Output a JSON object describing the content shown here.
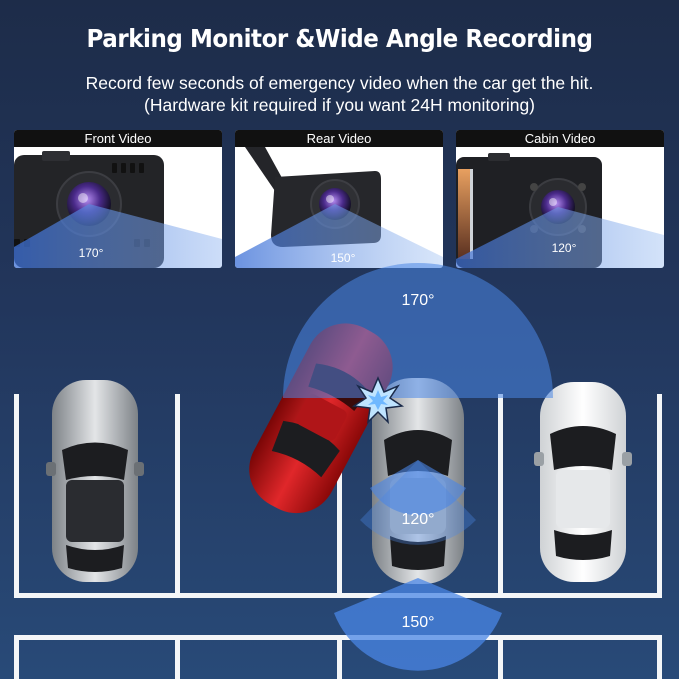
{
  "title": "Parking Monitor &Wide Angle Recording",
  "subtitle_line1": "Record few seconds of emergency video when the car get the hit.",
  "subtitle_line2": "(Hardware kit required if you want 24H monitoring)",
  "panels": [
    {
      "label": "Front Video",
      "angle": "170°"
    },
    {
      "label": "Rear Video",
      "angle": "150°"
    },
    {
      "label": "Cabin Video",
      "angle": "120°"
    }
  ],
  "diagram": {
    "angle_front": "170°",
    "angle_cabin": "120°",
    "angle_rear": "150°"
  },
  "colors": {
    "background": "#22365c",
    "fov_blue": "#4a86e6",
    "hit_car": "#c81a1a",
    "parked_car": "#b8bcc0",
    "white_car": "#f2f2f2"
  }
}
